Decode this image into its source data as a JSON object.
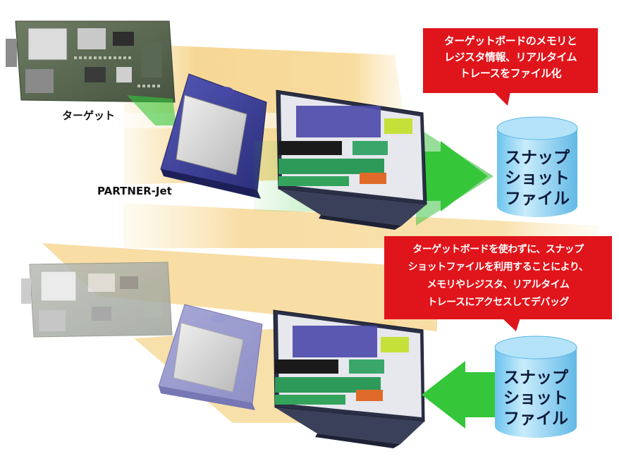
{
  "labels": {
    "target": "ターゲット",
    "emulator": "PARTNER-Jet"
  },
  "callouts": {
    "top": "ターゲットボードのメモリと\nレジスタ情報、リアルタイム\nトレースをファイル化",
    "bottom": "ターゲットボードを使わずに、スナップ\nショットファイルを利用することにより、\nメモリやレジスタ、リアルタイム\nトレースにアクセスしてデバッグ"
  },
  "databases": {
    "top": "スナップ\nショット\nファイル",
    "bottom": "スナップ\nショット\nファイル"
  },
  "colors": {
    "callout_red": "#e0141b",
    "band_yellow": "#f6d58f",
    "arrow_green": "#35c63a",
    "db_blue": "#8fd2f4",
    "emulator_purple": "#3b3f9a",
    "board_green": "#5a6b50"
  },
  "icons": [
    "circuit-board-icon",
    "emulator-device-icon",
    "laptop-icon",
    "database-icon",
    "arrow-icon"
  ]
}
